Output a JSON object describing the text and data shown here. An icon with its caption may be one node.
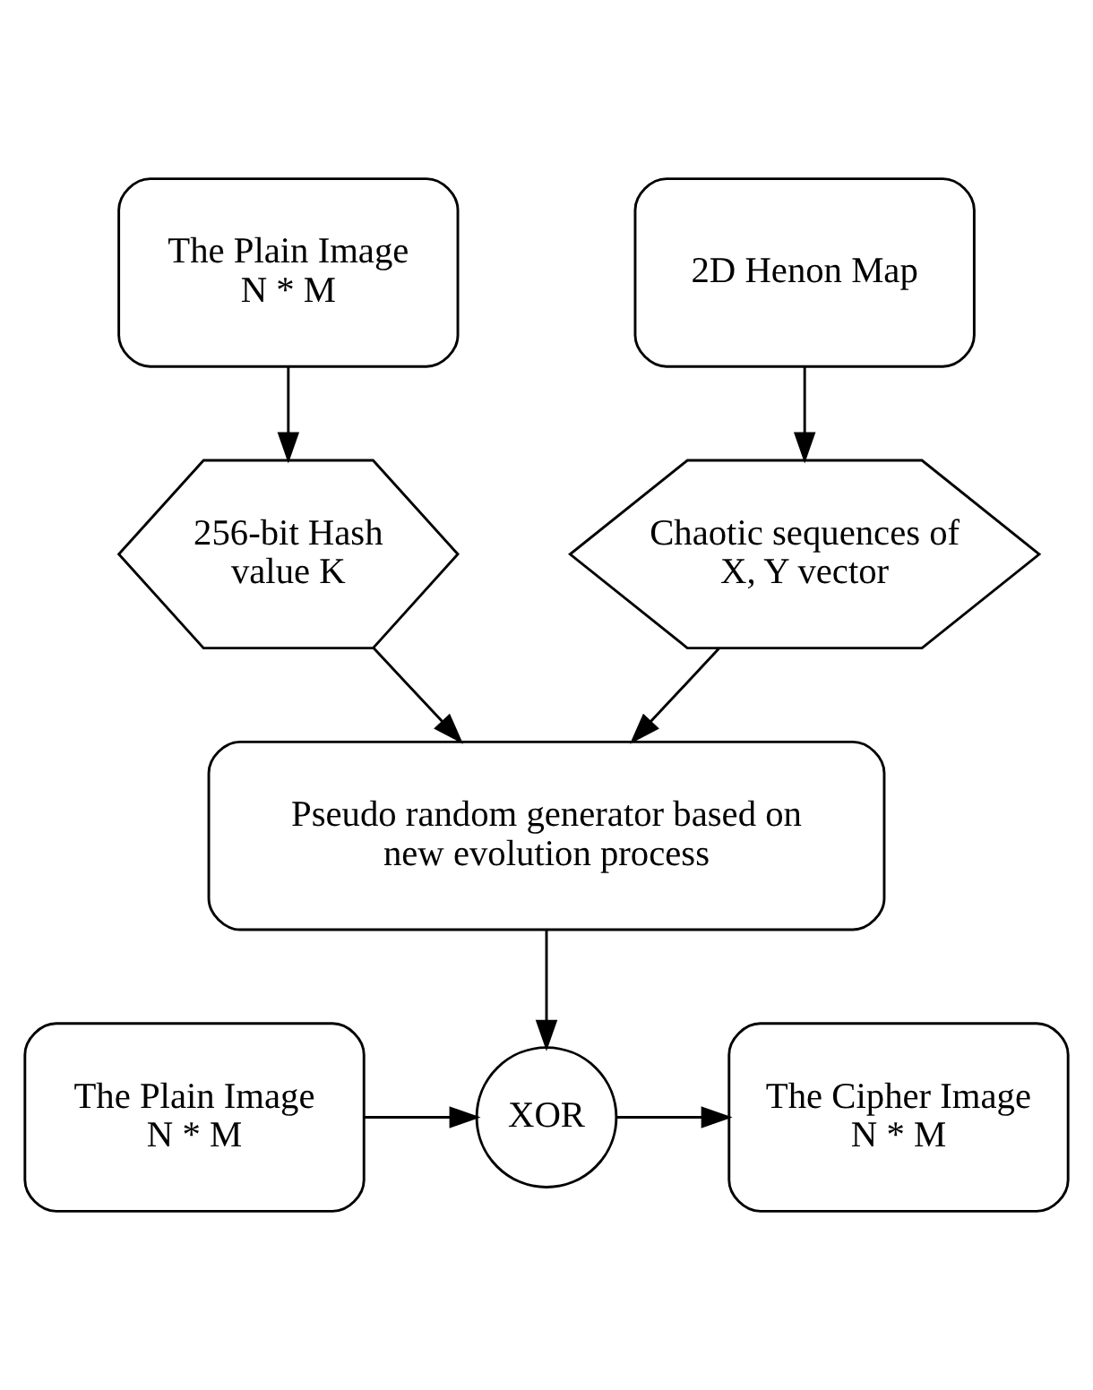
{
  "diagram": {
    "nodes": [
      {
        "text": [
          "The Plain Image N * M"
        ]
      },
      {
        "text": [
          "2D Henon Map"
        ]
      },
      {
        "text": [
          "256-bit Hash value K"
        ]
      },
      {
        "text": [
          "Chaotic sequences of X, Y vector"
        ]
      },
      {
        "text": [
          "Pseudo random generator based on new evolution process"
        ]
      },
      {
        "text": [
          "The Plain Image N * M"
        ]
      },
      {
        "text": [
          "The Cipher Image N * M"
        ]
      },
      {
        "text": [
          "XOR"
        ]
      }
    ],
    "edges": [
      {
        "from": 0,
        "to": 2,
        "arrow": "to"
      },
      {
        "from": 1,
        "to": 3,
        "arrow": "to"
      },
      {
        "from": 2,
        "to": 4,
        "arrow": "to"
      },
      {
        "from": 3,
        "to": 4,
        "arrow": "to"
      },
      {
        "from": 4,
        "to": 7,
        "arrow": "to"
      },
      {
        "from": 5,
        "to": 7,
        "arrow": "to"
      },
      {
        "from": 7,
        "to": 6,
        "arrow": "to"
      }
    ]
  }
}
